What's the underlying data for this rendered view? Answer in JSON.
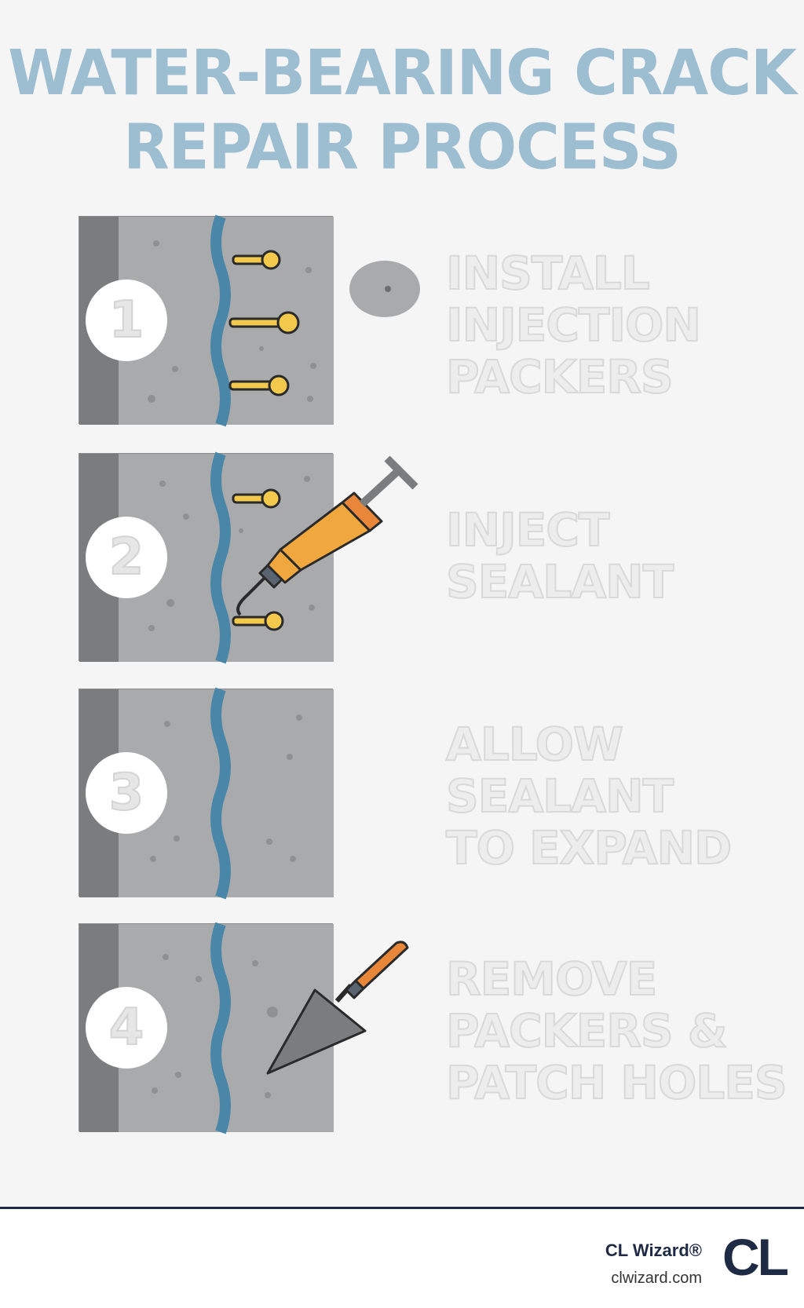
{
  "title": "WATER-BEARING CRACK\nREPAIR PROCESS",
  "steps": [
    {
      "number": "1",
      "label": "INSTALL\nINJECTION\nPACKERS"
    },
    {
      "number": "2",
      "label": "INJECT\nSEALANT"
    },
    {
      "number": "3",
      "label": "ALLOW\nSEALANT\nTO EXPAND"
    },
    {
      "number": "4",
      "label": "REMOVE\nPACKERS &\nPATCH HOLES"
    }
  ],
  "colors": {
    "title": "#9dbdd1",
    "concrete": "#a9aaac",
    "concrete_edge": "#7b7c7d",
    "water": "#4a86a8",
    "packer": "#f2c94c",
    "gun_body": "#f0a73e",
    "accent_orange": "#e8873a",
    "footer_navy": "#1f2a44"
  },
  "icons": [
    "injection-packer-icon",
    "sealant-gun-icon",
    "trowel-icon",
    "packer-head-icon"
  ],
  "footer": {
    "brand": "CL Wizard®",
    "url": "clwizard.com",
    "logo": "CL"
  }
}
